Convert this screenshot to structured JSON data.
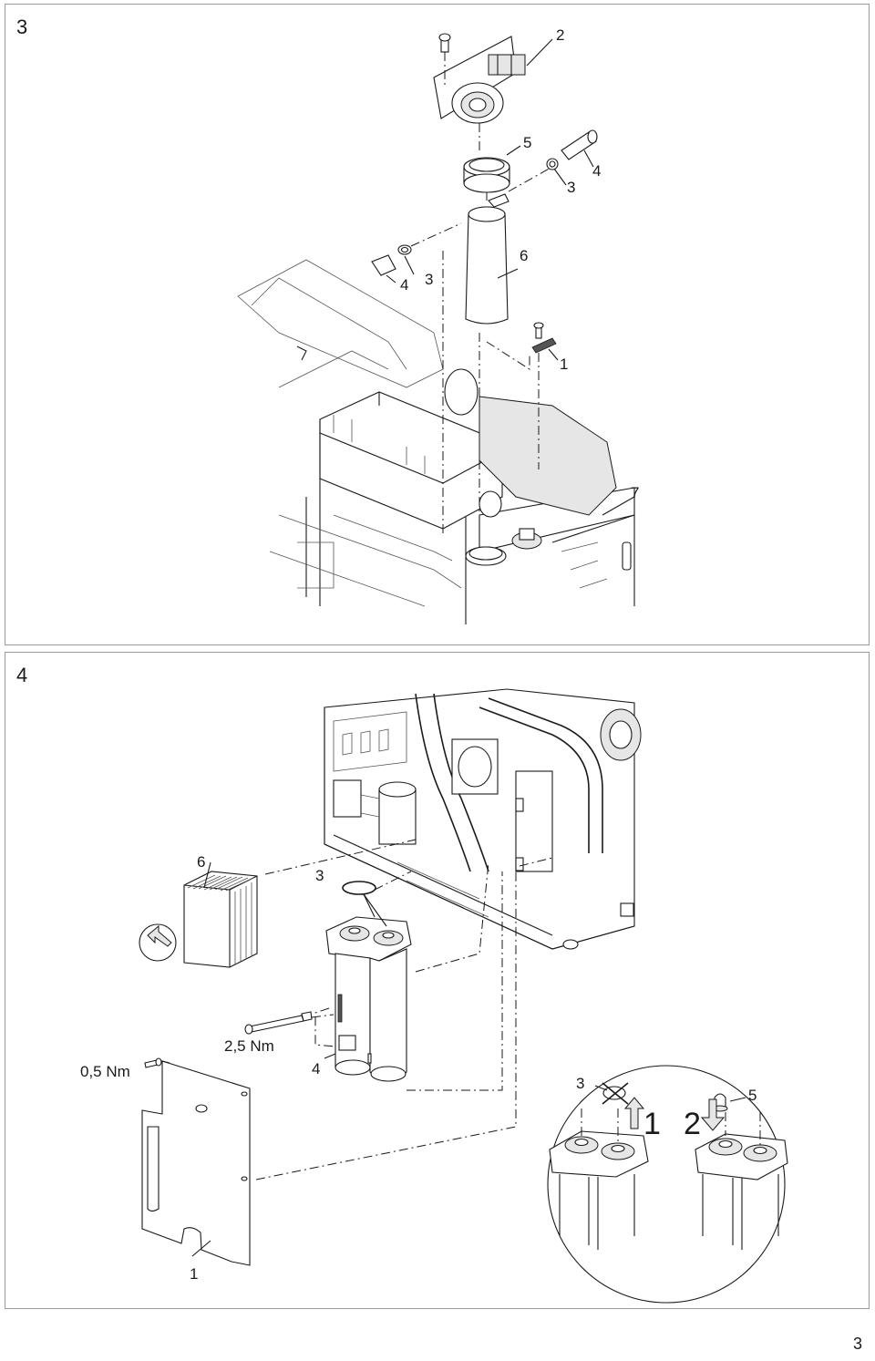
{
  "panels": [
    {
      "number": "3",
      "callouts": {
        "c1": "1",
        "c2": "2",
        "c3a": "3",
        "c3b": "3",
        "c4a": "4",
        "c4b": "4",
        "c5": "5",
        "c6": "6",
        "c7": "7"
      }
    },
    {
      "number": "4",
      "callouts": {
        "c1": "1",
        "c3": "3",
        "c4": "4",
        "c6": "6",
        "torque_a": "0,5 Nm",
        "torque_b": "2,5 Nm"
      },
      "detail": {
        "c3": "3",
        "c5": "5",
        "step1": "1",
        "step2": "2"
      }
    }
  ],
  "page_number": "3"
}
